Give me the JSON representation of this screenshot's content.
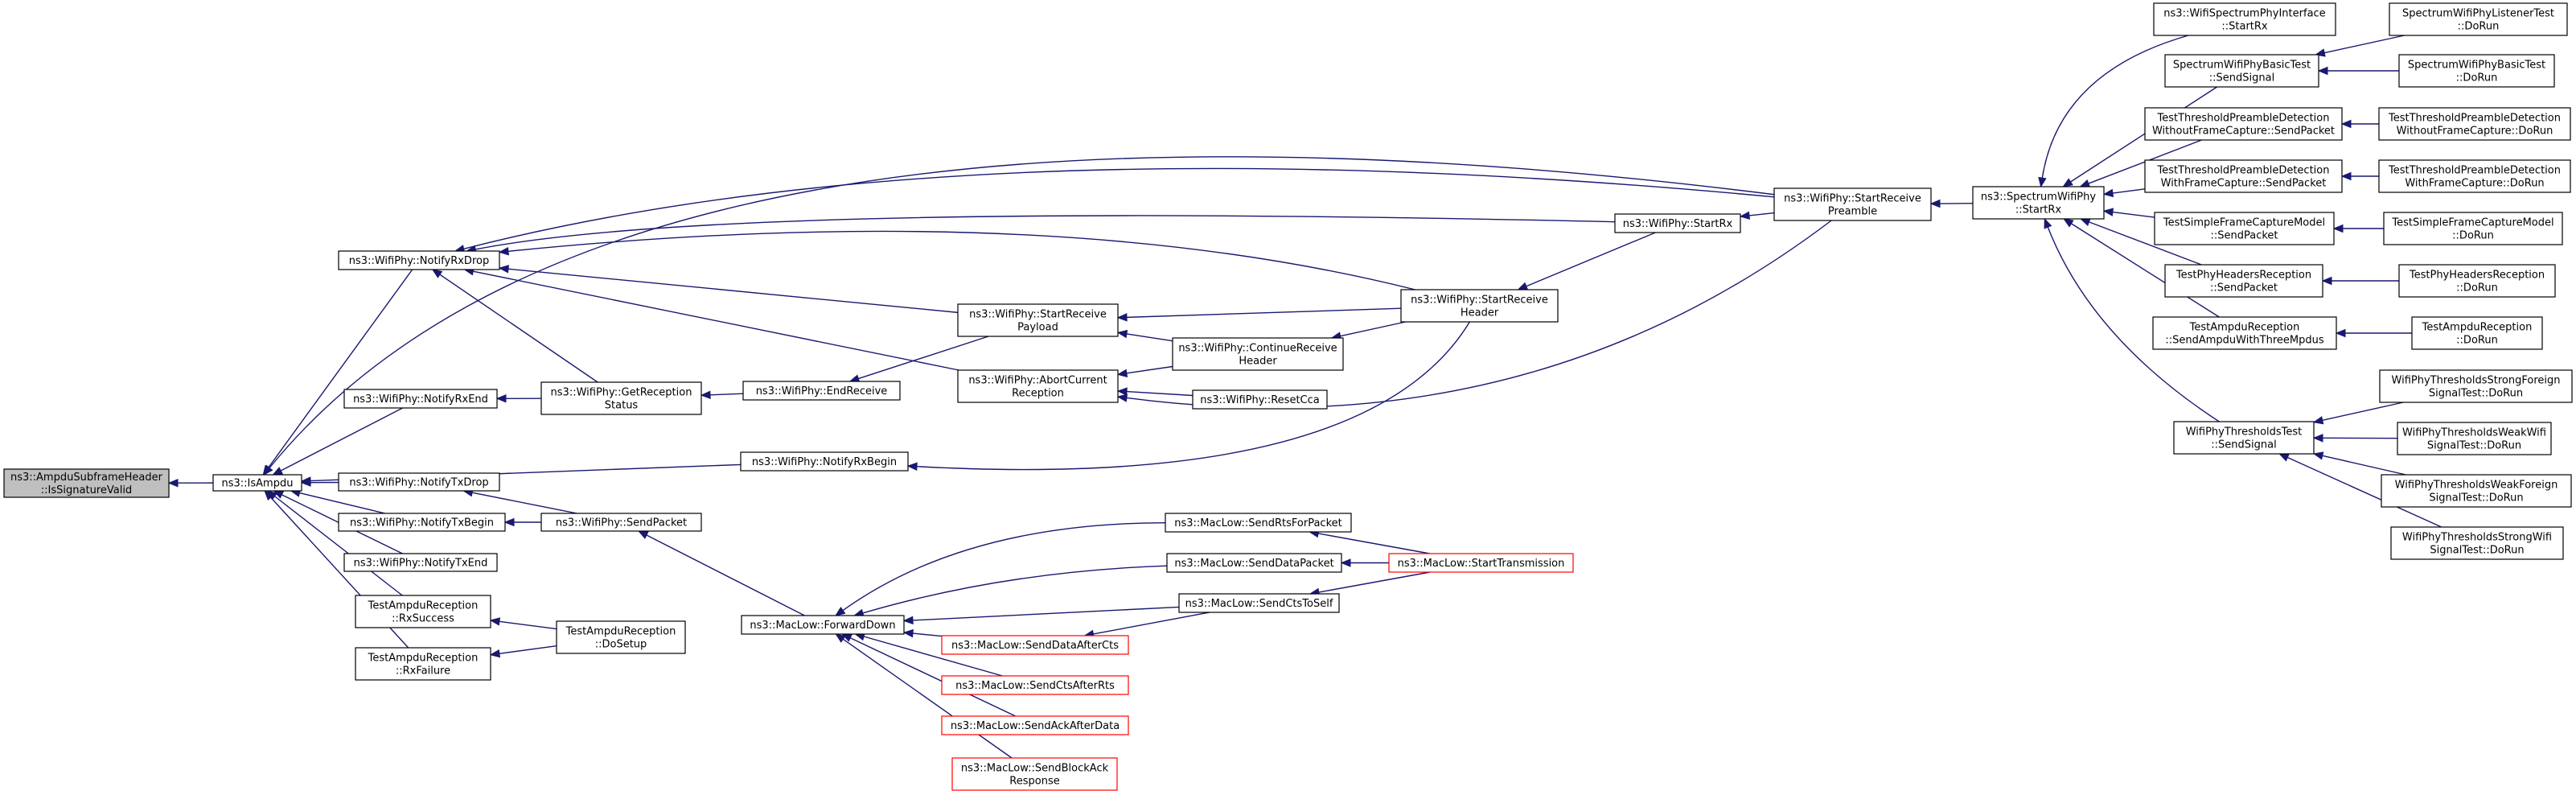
{
  "nodes": {
    "root": [
      "ns3::AmpduSubframeHeader",
      "::IsSignatureValid"
    ],
    "isampdu": [
      "ns3::IsAmpdu"
    ],
    "notifyrxdrop": [
      "ns3::WifiPhy::NotifyRxDrop"
    ],
    "notifyrxend": [
      "ns3::WifiPhy::NotifyRxEnd"
    ],
    "notifytxdrop": [
      "ns3::WifiPhy::NotifyTxDrop"
    ],
    "notifytxbegin": [
      "ns3::WifiPhy::NotifyTxBegin"
    ],
    "notifytxend": [
      "ns3::WifiPhy::NotifyTxEnd"
    ],
    "rxsuccess": [
      "TestAmpduReception",
      "::RxSuccess"
    ],
    "rxfailure": [
      "TestAmpduReception",
      "::RxFailure"
    ],
    "getreceptionstatus": [
      "ns3::WifiPhy::GetReception",
      "Status"
    ],
    "sendpacket": [
      "ns3::WifiPhy::SendPacket"
    ],
    "dosetup": [
      "TestAmpduReception",
      "::DoSetup"
    ],
    "endreceive": [
      "ns3::WifiPhy::EndReceive"
    ],
    "notifyrxbegin": [
      "ns3::WifiPhy::NotifyRxBegin"
    ],
    "forwarddown": [
      "ns3::MacLow::ForwardDown"
    ],
    "startreceivepayload": [
      "ns3::WifiPhy::StartReceive",
      "Payload"
    ],
    "abortcurrentreception": [
      "ns3::WifiPhy::AbortCurrent",
      "Reception"
    ],
    "continuereceiveheader": [
      "ns3::WifiPhy::ContinueReceive",
      "Header"
    ],
    "resetcca": [
      "ns3::WifiPhy::ResetCca"
    ],
    "startreceiveheader": [
      "ns3::WifiPhy::StartReceive",
      "Header"
    ],
    "startrx": [
      "ns3::WifiPhy::StartRx"
    ],
    "startreceivepreamble": [
      "ns3::WifiPhy::StartReceive",
      "Preamble"
    ],
    "spectrumstartrx": [
      "ns3::SpectrumWifiPhy",
      "::StartRx"
    ],
    "sendrtsforpacket": [
      "ns3::MacLow::SendRtsForPacket"
    ],
    "senddatapacket": [
      "ns3::MacLow::SendDataPacket"
    ],
    "sendctstoself": [
      "ns3::MacLow::SendCtsToSelf"
    ],
    "starttransmission": [
      "ns3::MacLow::StartTransmission"
    ],
    "senddataafterctS": [
      "ns3::MacLow::SendDataAfterCts"
    ],
    "sendctsafterrts": [
      "ns3::MacLow::SendCtsAfterRts"
    ],
    "sendackafterdata": [
      "ns3::MacLow::SendAckAfterData"
    ],
    "sendblockackresponse": [
      "ns3::MacLow::SendBlockAck",
      "Response"
    ],
    "wifispectrumphyinterface": [
      "ns3::WifiSpectrumPhyInterface",
      "::StartRx"
    ],
    "spectrumbasicsendsignal": [
      "SpectrumWifiPhyBasicTest",
      "::SendSignal"
    ],
    "listenerdorun": [
      "SpectrumWifiPhyListenerTest",
      "::DoRun"
    ],
    "basicdorun": [
      "SpectrumWifiPhyBasicTest",
      "::DoRun"
    ],
    "nocapturesendpacket": [
      "TestThresholdPreambleDetection",
      "WithoutFrameCapture::SendPacket"
    ],
    "nocapturedorun": [
      "TestThresholdPreambleDetection",
      "WithoutFrameCapture::DoRun"
    ],
    "capturesendpacket": [
      "TestThresholdPreambleDetection",
      "WithFrameCapture::SendPacket"
    ],
    "capturedorun": [
      "TestThresholdPreambleDetection",
      "WithFrameCapture::DoRun"
    ],
    "simplecapturesendpacket": [
      "TestSimpleFrameCaptureModel",
      "::SendPacket"
    ],
    "simplecapturedorun": [
      "TestSimpleFrameCaptureModel",
      "::DoRun"
    ],
    "headersendpacket": [
      "TestPhyHeadersReception",
      "::SendPacket"
    ],
    "headerdorun": [
      "TestPhyHeadersReception",
      "::DoRun"
    ],
    "ampdusend": [
      "TestAmpduReception",
      "::SendAmpduWithThreeMpdus"
    ],
    "ampdudorun": [
      "TestAmpduReception",
      "::DoRun"
    ],
    "thresholdssendsignal": [
      "WifiPhyThresholdsTest",
      "::SendSignal"
    ],
    "strongforeign": [
      "WifiPhyThresholdsStrongForeign",
      "SignalTest::DoRun"
    ],
    "weakwifi": [
      "WifiPhyThresholdsWeakWifi",
      "SignalTest::DoRun"
    ],
    "weakforeign": [
      "WifiPhyThresholdsWeakForeign",
      "SignalTest::DoRun"
    ],
    "strongwifi": [
      "WifiPhyThresholdsStrongWifi",
      "SignalTest::DoRun"
    ]
  },
  "colors": {
    "edge": "#191970",
    "root_fill": "#bfbfbf",
    "node_border": "#000000",
    "truncated_border": "#ff0000"
  }
}
